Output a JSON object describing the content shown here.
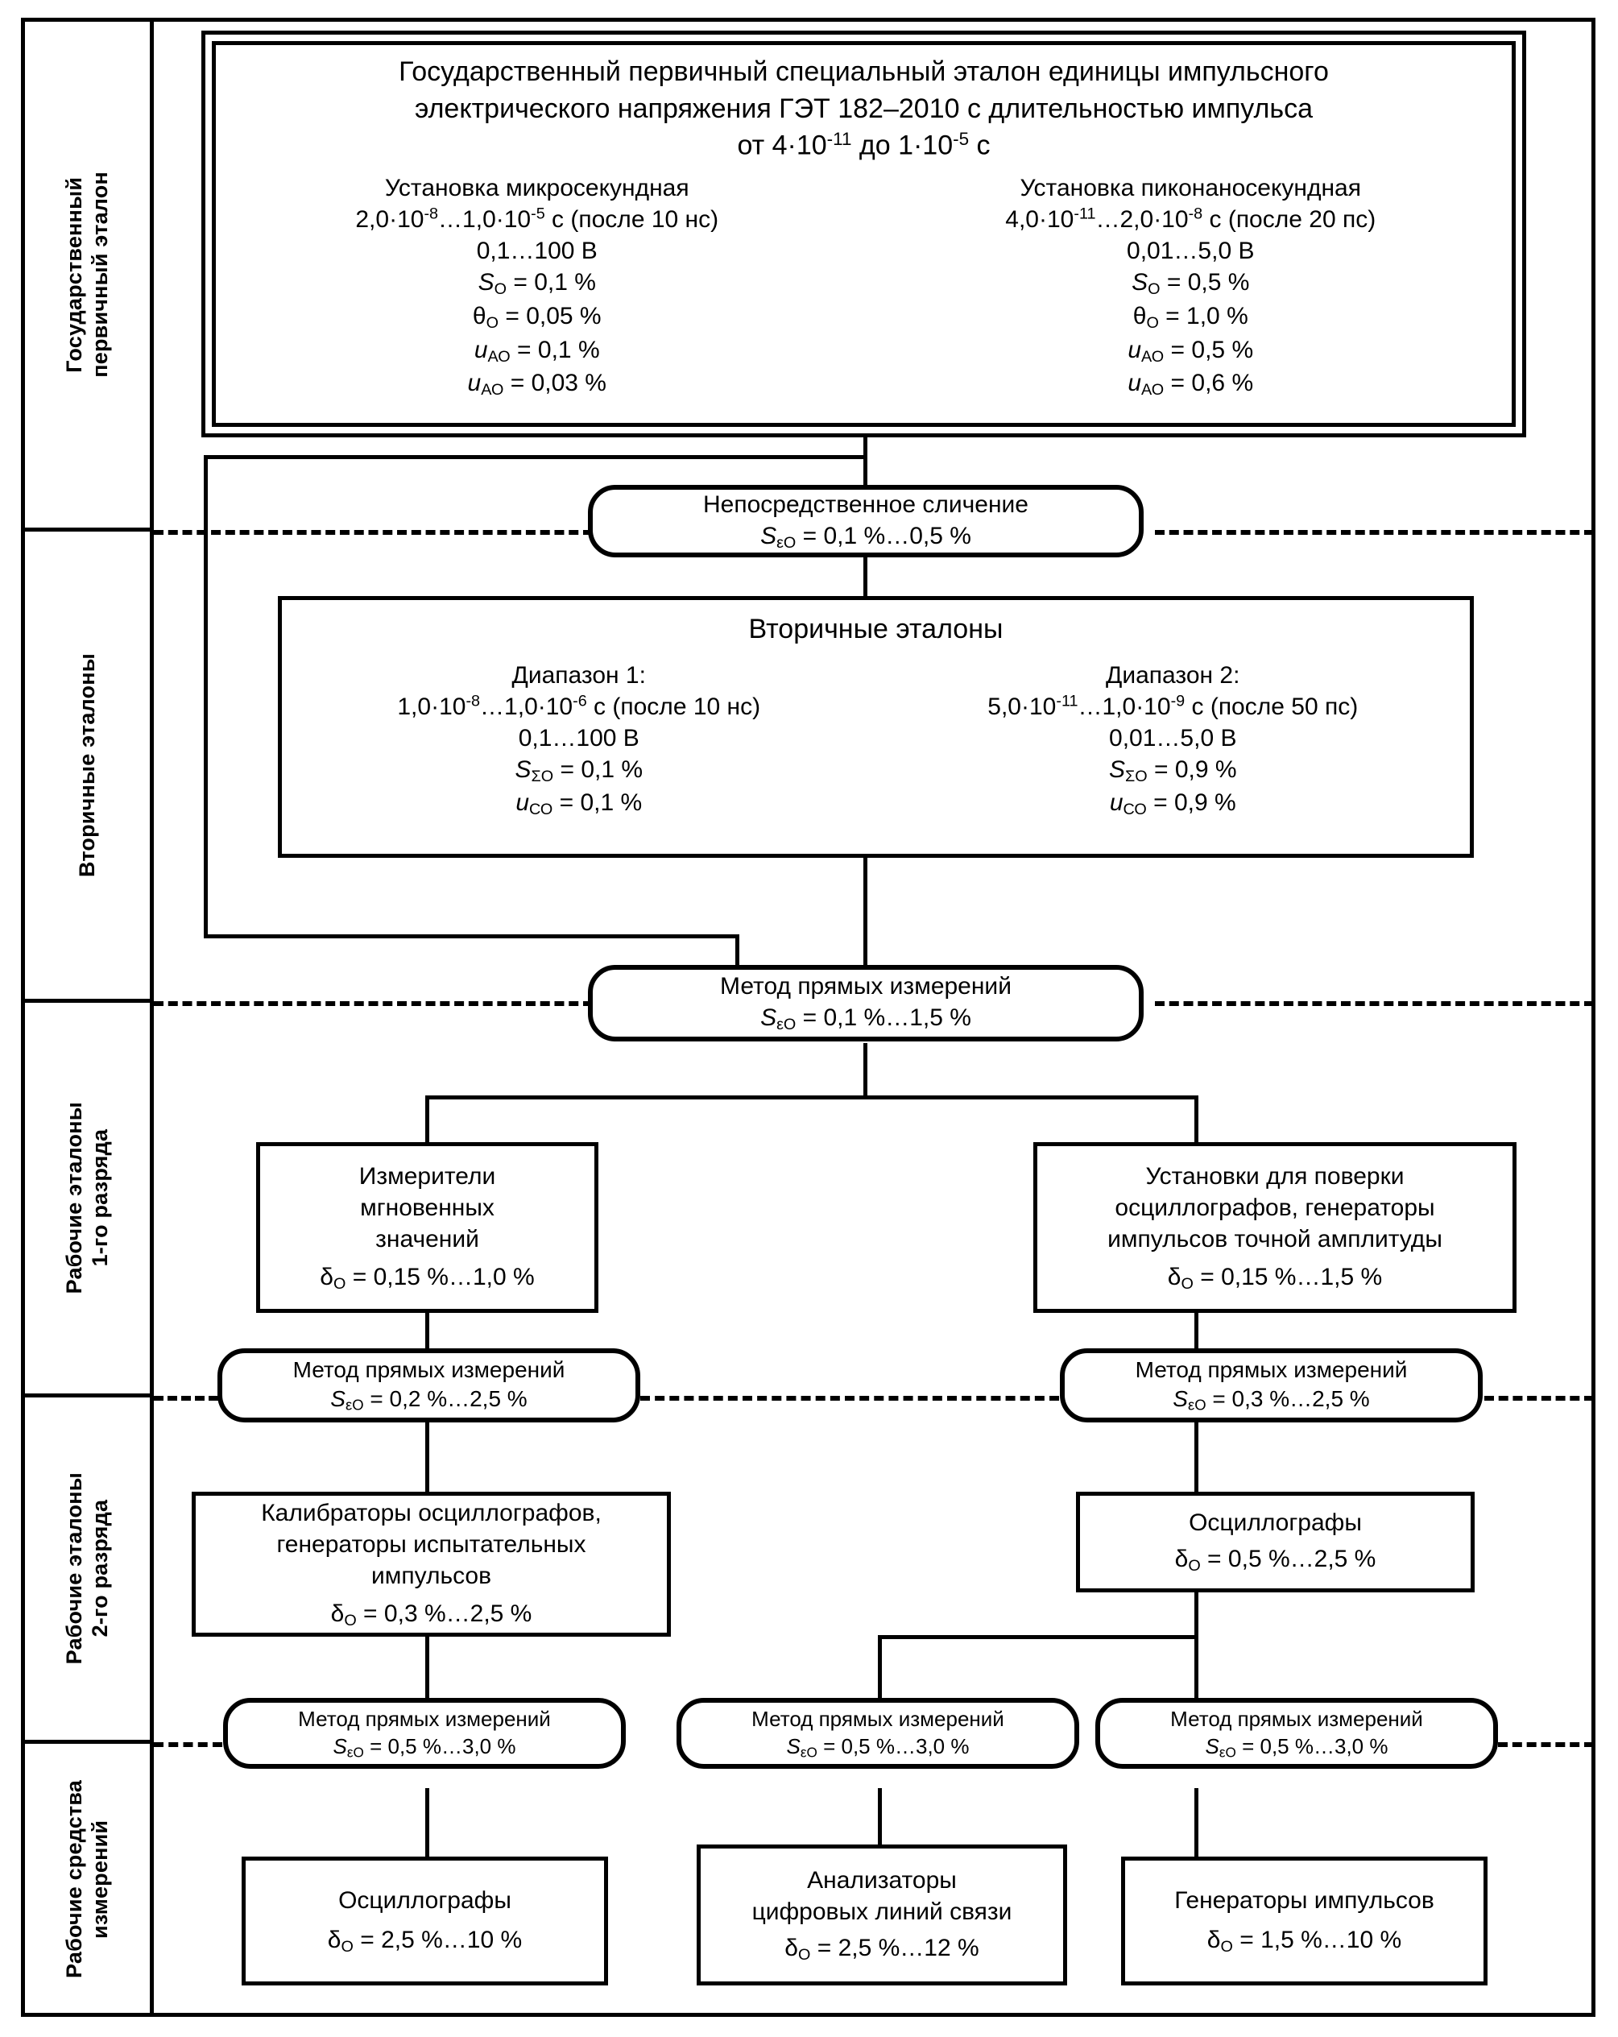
{
  "sidebar": {
    "items": [
      {
        "name": "state-primary-standard",
        "label": "Государственный\nпервичный эталон"
      },
      {
        "name": "secondary-standards",
        "label": "Вторичные эталоны"
      },
      {
        "name": "working-standards-rank1",
        "label": "Рабочие эталоны\n1-го разряда"
      },
      {
        "name": "working-standards-rank2",
        "label": "Рабочие эталоны\n2-го разряда"
      },
      {
        "name": "working-measuring-instruments",
        "label": "Рабочие средства\nизмерений"
      }
    ]
  },
  "primary": {
    "title_line1": "Государственный первичный специальный эталон единицы импульсного",
    "title_line2": "электрического напряжения ГЭТ 182–2010 с длительностью импульса",
    "title_line3_pre": "от 4·10",
    "title_line3_exp1": "-11",
    "title_line3_mid": " до 1·10",
    "title_line3_exp2": "-5",
    "title_line3_post": " с",
    "left": {
      "heading": "Установка микросекундная",
      "range_pre": "2,0·10",
      "range_exp1": "-8",
      "range_mid": "…1,0·10",
      "range_exp2": "-5",
      "range_post": " с (после 10 нс)",
      "voltage": "0,1…100 В",
      "s0": "0,1 %",
      "theta0": "0,05 %",
      "ua0_1": "0,1 %",
      "ua0_2": "0,03 %"
    },
    "right": {
      "heading": "Установка пиконаносекундная",
      "range_pre": "4,0·10",
      "range_exp1": "-11",
      "range_mid": "…2,0·10",
      "range_exp2": "-8",
      "range_post": " с (после 20 пс)",
      "voltage": "0,01…5,0 В",
      "s0": "0,5 %",
      "theta0": "1,0 %",
      "ua0_1": "0,5 %",
      "ua0_2": "0,6 %"
    }
  },
  "method_direct_comparison": {
    "title": "Непосредственное сличение",
    "value": "0,1 %…0,5 %"
  },
  "secondary": {
    "title": "Вторичные эталоны",
    "left": {
      "heading": "Диапазон 1:",
      "range_pre": "1,0·10",
      "range_exp1": "-8",
      "range_mid": "…1,0·10",
      "range_exp2": "-6",
      "range_post": " с (после 10 нс)",
      "voltage": "0,1…100 В",
      "s_sigma": "0,1 %",
      "u_c": "0,1 %"
    },
    "right": {
      "heading": "Диапазон 2:",
      "range_pre": "5,0·10",
      "range_exp1": "-11",
      "range_mid": "…1,0·10",
      "range_exp2": "-9",
      "range_post": " с (после 50 пс)",
      "voltage": "0,01…5,0 В",
      "s_sigma": "0,9 %",
      "u_c": "0,9 %"
    }
  },
  "method_direct_main": {
    "title": "Метод прямых измерений",
    "value": "0,1 %…1,5 %"
  },
  "rank1": {
    "left": {
      "line1": "Измерители",
      "line2": "мгновенных",
      "line3": "значений",
      "delta": "0,15 %…1,0 %"
    },
    "right": {
      "line1": "Установки для поверки",
      "line2": "осциллографов, генераторы",
      "line3": "импульсов точной амплитуды",
      "delta": "0,15 %…1,5 %"
    }
  },
  "method_rank1_left": {
    "title": "Метод прямых измерений",
    "value": "0,2 %…2,5 %"
  },
  "method_rank1_right": {
    "title": "Метод прямых измерений",
    "value": "0,3 %…2,5 %"
  },
  "rank2": {
    "left": {
      "line1": "Калибраторы осциллографов,",
      "line2": "генераторы испытательных",
      "line3": "импульсов",
      "delta": "0,3 %…2,5 %"
    },
    "right": {
      "line1": "Осциллографы",
      "delta": "0,5 %…2,5 %"
    }
  },
  "method_bottom": [
    {
      "title": "Метод прямых измерений",
      "value": "0,5 %…3,0 %"
    },
    {
      "title": "Метод прямых измерений",
      "value": "0,5 %…3,0 %"
    },
    {
      "title": "Метод прямых измерений",
      "value": "0,5 %…3,0 %"
    }
  ],
  "instruments": [
    {
      "line1": "Осциллографы",
      "line2": "",
      "delta": "2,5 %…10 %"
    },
    {
      "line1": "Анализаторы",
      "line2": "цифровых линий связи",
      "delta": "2,5 %…12 %"
    },
    {
      "line1": "Генераторы импульсов",
      "line2": "",
      "delta": "1,5 %…10 %"
    }
  ],
  "symbols": {
    "S": "S",
    "eps_O": "εО",
    "O": "О",
    "theta": "θ",
    "u": "u",
    "AO": "АО",
    "sigma_O": "ΣО",
    "CO": "СО",
    "delta": "δ",
    "eq": " = "
  },
  "colors": {
    "stroke": "#000000",
    "background": "#ffffff"
  }
}
